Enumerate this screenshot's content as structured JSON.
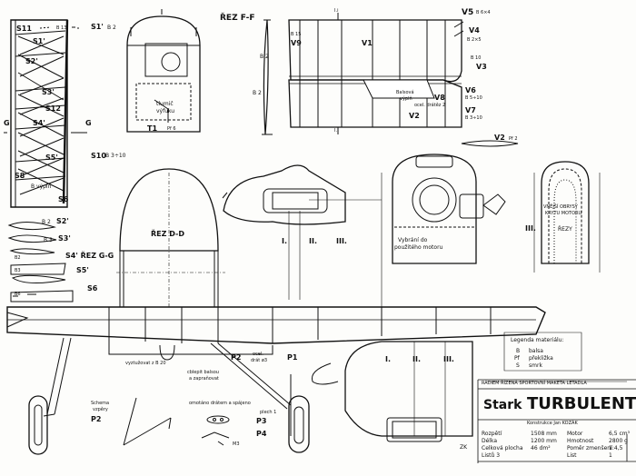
{
  "wing_rib_labels": [
    "S11",
    "S1'",
    "S2'",
    "S3'",
    "S12",
    "S4'",
    "S5'",
    "S6",
    "S8"
  ],
  "wing_rib_side": {
    "s1_top": "S1'",
    "b2": "B 2",
    "b13": "B 13",
    "s10": "S10",
    "s10_spec": "B 3÷10",
    "b_vyplin": "B výplň",
    "s6": "S6",
    "g_left": "G",
    "g_right": "G"
  },
  "section_ff": {
    "title": "ŘEZ F-F",
    "b2_a": "B 2",
    "b2_b": "B 2"
  },
  "nose_detail": {
    "tlumic": "tlumič",
    "vyfuku": "výfuku",
    "t1": "T1",
    "pf": "Pf 6"
  },
  "tail": {
    "top_left": "I.i",
    "top_right": "I.i",
    "bottom_left": "I.i",
    "bottom_right": "I.i",
    "v5": "V5",
    "v5_spec": "B 6×4",
    "v9": "V9",
    "b15a": "B 15",
    "v1": "V1",
    "v4": "V4",
    "v4_spec": "B 2×5",
    "b15b": "B 15",
    "b10": "B 10",
    "v3": "V3",
    "v6": "V6",
    "v6_spec": "B 5÷10",
    "v8": "V8",
    "v7": "V7",
    "v7_spec": "B 3÷10",
    "balsa1": "Balsová",
    "balsa2": "výplň",
    "ocel": "ocel. drátěz 2",
    "v2a": "V2",
    "v2b": "V2",
    "v2b_spec": "Pf 2"
  },
  "ribs_lower": {
    "s2": "S2'",
    "b2": "B 2",
    "s3": "S3'",
    "b3": "B 3",
    "s4gg": "S4' ŘEZ G-G",
    "b2b": "B2",
    "b3b": "B3",
    "s5": "S5'",
    "b6": "B6",
    "s6": "S6"
  },
  "section_dd": {
    "title": "ŘEZ D-D"
  },
  "motor": {
    "vybrani1": "Vybrání do",
    "vybrani2": "použitého motoru",
    "kryt1": "VNĚJŠÍ OBRYSY",
    "kryt2": "KRYTU MOTORU",
    "rezy": "ŘEZY",
    "i1": "I.",
    "ii1": "II.",
    "iii1": "III.",
    "i2": "I.",
    "ii2": "II.",
    "iii2": "III.",
    "i3": "III.",
    "i4": "I.",
    "ii4": "II.",
    "iii4": "III."
  },
  "legend": {
    "title": "Legenda materiálu:",
    "items": [
      {
        "code": "B",
        "name": "balsa"
      },
      {
        "code": "Pf",
        "name": "překližka"
      },
      {
        "code": "S",
        "name": "smrk"
      }
    ]
  },
  "gear": {
    "vyztuz": "vyztužovat z B 20",
    "p2": "P2",
    "ocel": "ocel.",
    "drat": "drát ø3",
    "p1": "P1",
    "cablep1": "cblepit balsou",
    "cablep2": "a zapraňovat",
    "omotano": "omotáno drátem a spájeno",
    "schema1": "Schema",
    "schema2": "vzpěry",
    "p2b": "P2",
    "plech": "plech 1",
    "p3": "P3",
    "p4": "P4",
    "m3": "M3"
  },
  "titleblock": {
    "subtitle": "RÁDIEM ŘÍZENÁ SPORTOVNÍ MAKETA LETADLA",
    "maker": "Stark",
    "name": "TURBULENT D",
    "konstrukce": "Konstrukce  Jan  KOZÁK",
    "specs": [
      {
        "label": "Rozpětí",
        "value": "1508 mm",
        "label2": "Motor",
        "value2": "6,5 cm³"
      },
      {
        "label": "Délka",
        "value": "1200 mm",
        "label2": "Hmotnost",
        "value2": "2800 g"
      },
      {
        "label": "Celková plocha",
        "value": "46 dm²",
        "label2": "Poměr zmenšení",
        "value2": "1:4,5"
      },
      {
        "label": "Listů 3",
        "value": "",
        "label2": "List",
        "value2": "1"
      }
    ],
    "zk": "ZK"
  }
}
